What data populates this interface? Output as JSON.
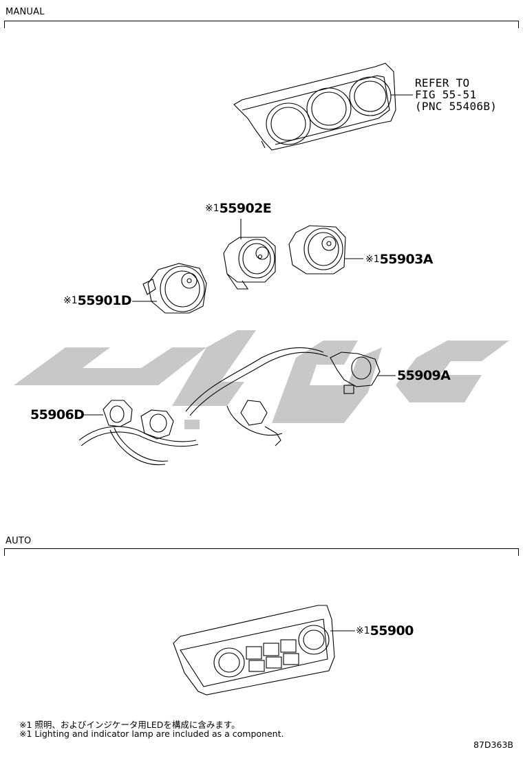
{
  "sections": {
    "manual": "MANUAL",
    "auto": "AUTO"
  },
  "reference": {
    "line1": "REFER TO",
    "line2": "FIG 55-51",
    "line3": "(PNC 55406B)"
  },
  "note_mark": "※1",
  "parts": {
    "p55902E": "55902E",
    "p55903A": "55903A",
    "p55901D": "55901D",
    "p55909A": "55909A",
    "p55906D": "55906D",
    "p55900": "55900"
  },
  "notes": {
    "jp": "※1 照明、およびインジケータ用LEDを構成に含みます。",
    "en": "※1 Lighting and indicator lamp are included as a component."
  },
  "figure_id": "87D363B"
}
